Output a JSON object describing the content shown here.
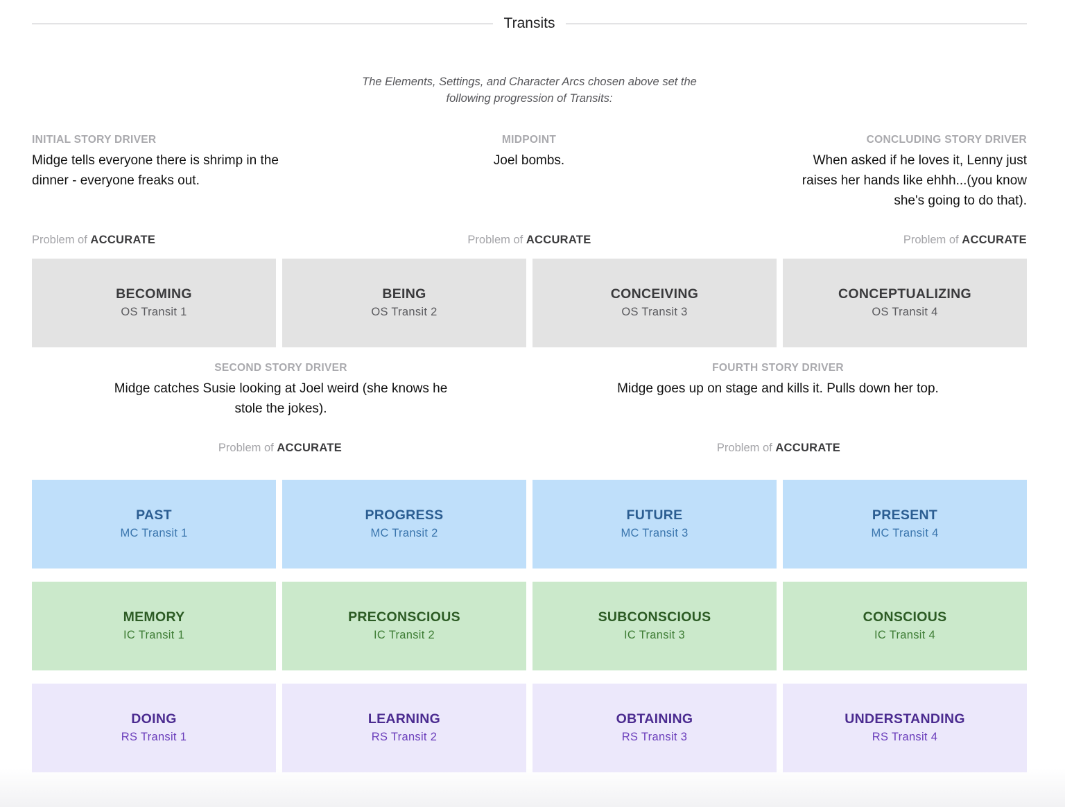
{
  "header": {
    "title": "Transits"
  },
  "intro": {
    "line1": "The Elements, Settings, and Character Arcs chosen above set the",
    "line2": "following progression of Transits:"
  },
  "drivers": {
    "initial": {
      "label": "INITIAL STORY DRIVER",
      "text": "Midge tells everyone there is shrimp in the dinner - everyone freaks out."
    },
    "midpoint": {
      "label": "MIDPOINT",
      "text": "Joel bombs."
    },
    "concluding": {
      "label": "CONCLUDING STORY DRIVER",
      "text": "When asked if he loves it, Lenny just raises her hands like ehhh...(you know she's going to do that)."
    },
    "second": {
      "label": "SECOND STORY DRIVER",
      "text": "Midge catches Susie looking at Joel weird (she knows he stole the jokes)."
    },
    "fourth": {
      "label": "FOURTH STORY DRIVER",
      "text": "Midge goes up on stage and kills it. Pulls down her top."
    }
  },
  "problems": {
    "prefix": "Problem of",
    "value": "ACCURATE"
  },
  "rows": {
    "os": [
      {
        "name": "BECOMING",
        "sub": "OS Transit 1"
      },
      {
        "name": "BEING",
        "sub": "OS Transit 2"
      },
      {
        "name": "CONCEIVING",
        "sub": "OS Transit 3"
      },
      {
        "name": "CONCEPTUALIZING",
        "sub": "OS Transit 4"
      }
    ],
    "mc": [
      {
        "name": "PAST",
        "sub": "MC Transit 1"
      },
      {
        "name": "PROGRESS",
        "sub": "MC Transit 2"
      },
      {
        "name": "FUTURE",
        "sub": "MC Transit 3"
      },
      {
        "name": "PRESENT",
        "sub": "MC Transit 4"
      }
    ],
    "ic": [
      {
        "name": "MEMORY",
        "sub": "IC Transit 1"
      },
      {
        "name": "PRECONSCIOUS",
        "sub": "IC Transit 2"
      },
      {
        "name": "SUBCONSCIOUS",
        "sub": "IC Transit 3"
      },
      {
        "name": "CONSCIOUS",
        "sub": "IC Transit 4"
      }
    ],
    "rs": [
      {
        "name": "DOING",
        "sub": "RS Transit 1"
      },
      {
        "name": "LEARNING",
        "sub": "RS Transit 2"
      },
      {
        "name": "OBTAINING",
        "sub": "RS Transit 3"
      },
      {
        "name": "UNDERSTANDING",
        "sub": "RS Transit 4"
      }
    ]
  },
  "colors": {
    "os_bg": "#e3e3e3",
    "mc_bg": "#bfdffa",
    "ic_bg": "#cbe9cb",
    "rs_bg": "#ece8fb"
  }
}
